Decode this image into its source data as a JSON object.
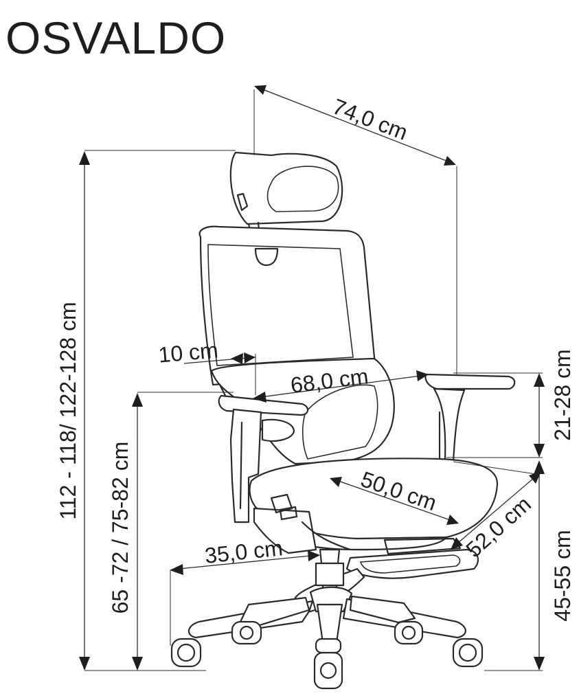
{
  "title": "OSVALDO",
  "dimensions": {
    "depth_total": "74,0 cm",
    "headrest_offset": "10 cm",
    "width_total": "68,0 cm",
    "seat_width": "50,0 cm",
    "seat_depth": "52,0 cm",
    "base_radius": "35,0 cm",
    "total_height": "112 - 118/ 122-128 cm",
    "armrest_height": "65 -72 / 75-82 cm",
    "armrest_above_seat": "21-28 cm",
    "seat_height": "45-55 cm"
  },
  "colors": {
    "line": "#2a2a2a",
    "text": "#1e1e1e",
    "background": "#ffffff"
  }
}
